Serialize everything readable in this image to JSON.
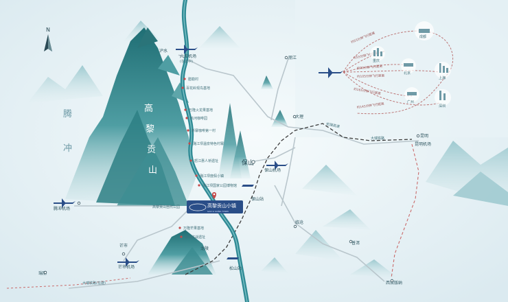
{
  "compass": {
    "north": "N"
  },
  "regions": {
    "tengchong_side": [
      "腾",
      "冲"
    ],
    "gaoligong": [
      "高",
      "黎",
      "贡",
      "山"
    ]
  },
  "places": {
    "lushui": "泸水",
    "liuku_airport": "六库机场",
    "liuku_airport_note": "(在建中)",
    "yongde": "丽江",
    "dali": "大理",
    "baoshan": "保山",
    "baoshan_airport": "保山机场",
    "kunming": "昆明",
    "kunming_airport": "昆明机场",
    "tengchong_airport": "腾冲机场",
    "mangshi": "芒市",
    "mangshi_airport": "芒市机场",
    "ruili": "瑞丽",
    "lincang": "临沧",
    "puer": "普洱",
    "xishuangbanna": "西双版纳",
    "baoshan_station": "保山站",
    "songshan_station": "松山站",
    "longling": "龙陵",
    "gaoligong_town": "高黎贡山小镇",
    "gaoligong_town_sub": "GAO LI GONG TOWN",
    "gaoligong_park": "高黎贡山自然公园"
  },
  "river_pois": [
    "腊勒村",
    "百花岭观鸟基地",
    "万隆火龙果基地",
    "热河咖啡园",
    "新寨咖啡第一村",
    "潞江坝温泉特色村寨",
    "怒江惠人桥遗址",
    "潞江坝度假小镇",
    "潞江坝国家公园博物馆",
    "万隆芒果基地",
    "松山抗战遗址"
  ],
  "flight_routes": [
    "约55分钟飞行距离",
    "约55分钟飞行距离",
    "约90分钟飞行距离",
    "约105分钟飞行距离",
    "约165分钟飞行距离",
    "约145分钟飞行距离"
  ],
  "destinations": [
    "成都",
    "重庆",
    "北京",
    "上海",
    "广州",
    "深圳"
  ],
  "expressways": [
    "杭瑞高速",
    "大瑞铁路",
    "大瑞铁路(在建)"
  ],
  "colors": {
    "river": "#2f8a94",
    "mountain_dark": "#2b7b80",
    "mountain_light": "#9fcad0",
    "road": "#b9c6cc",
    "railway": "#3a3a3a",
    "route_red": "#b86a6a",
    "poi_red": "#c44a4a",
    "badge_blue": "#2a4e88"
  }
}
